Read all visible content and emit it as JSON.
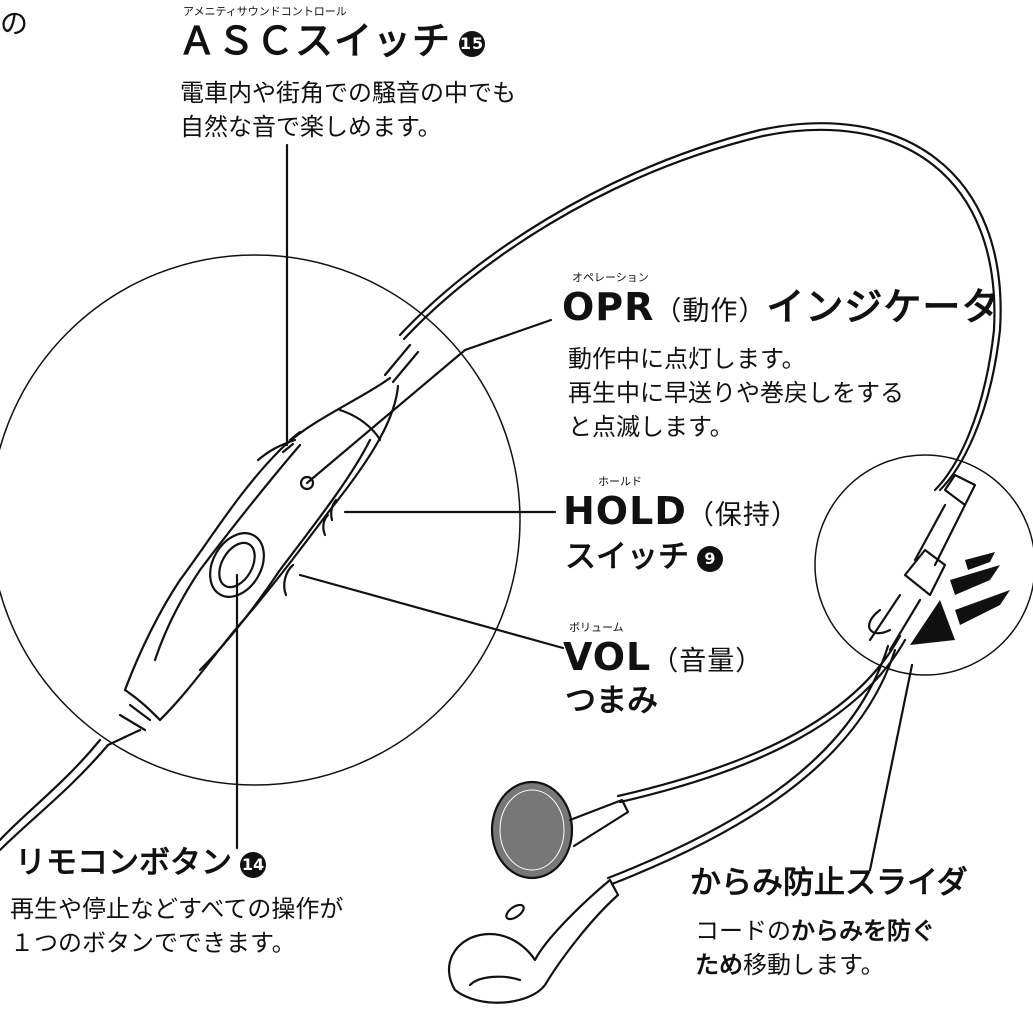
{
  "corner_text": "の",
  "asc": {
    "ruby": "アメニティサウンドコントロール",
    "title": "ＡＳＣスイッチ",
    "number": "15",
    "desc_line1": "電車内や街角での騒音の中でも",
    "desc_line2": "自然な音で楽しめます。"
  },
  "opr": {
    "ruby": "オペレーション",
    "title_main": "OPR",
    "title_paren": "（動作）",
    "title_rest": "インジケータ",
    "desc_line1": "動作中に点灯します。",
    "desc_line2": "再生中に早送りや巻戻しをする",
    "desc_line3": "と点滅します。"
  },
  "hold": {
    "ruby": "ホールド",
    "title_main": "HOLD",
    "title_paren": "（保持）",
    "title_line2": "スイッチ",
    "number": "9"
  },
  "vol": {
    "ruby": "ボリューム",
    "title_main": "VOL",
    "title_paren": "（音量）",
    "title_line2": "つまみ"
  },
  "remote": {
    "title": "リモコンボタン",
    "number": "14",
    "desc_line1": "再生や停止などすべての操作が",
    "desc_line2": "１つのボタンでできます。"
  },
  "slider": {
    "title": "からみ防止スライダ",
    "desc_line1_a": "コードの",
    "desc_line1_b": "からみを防ぐ",
    "desc_line2_a": "ため",
    "desc_line2_b": "移動します。"
  }
}
